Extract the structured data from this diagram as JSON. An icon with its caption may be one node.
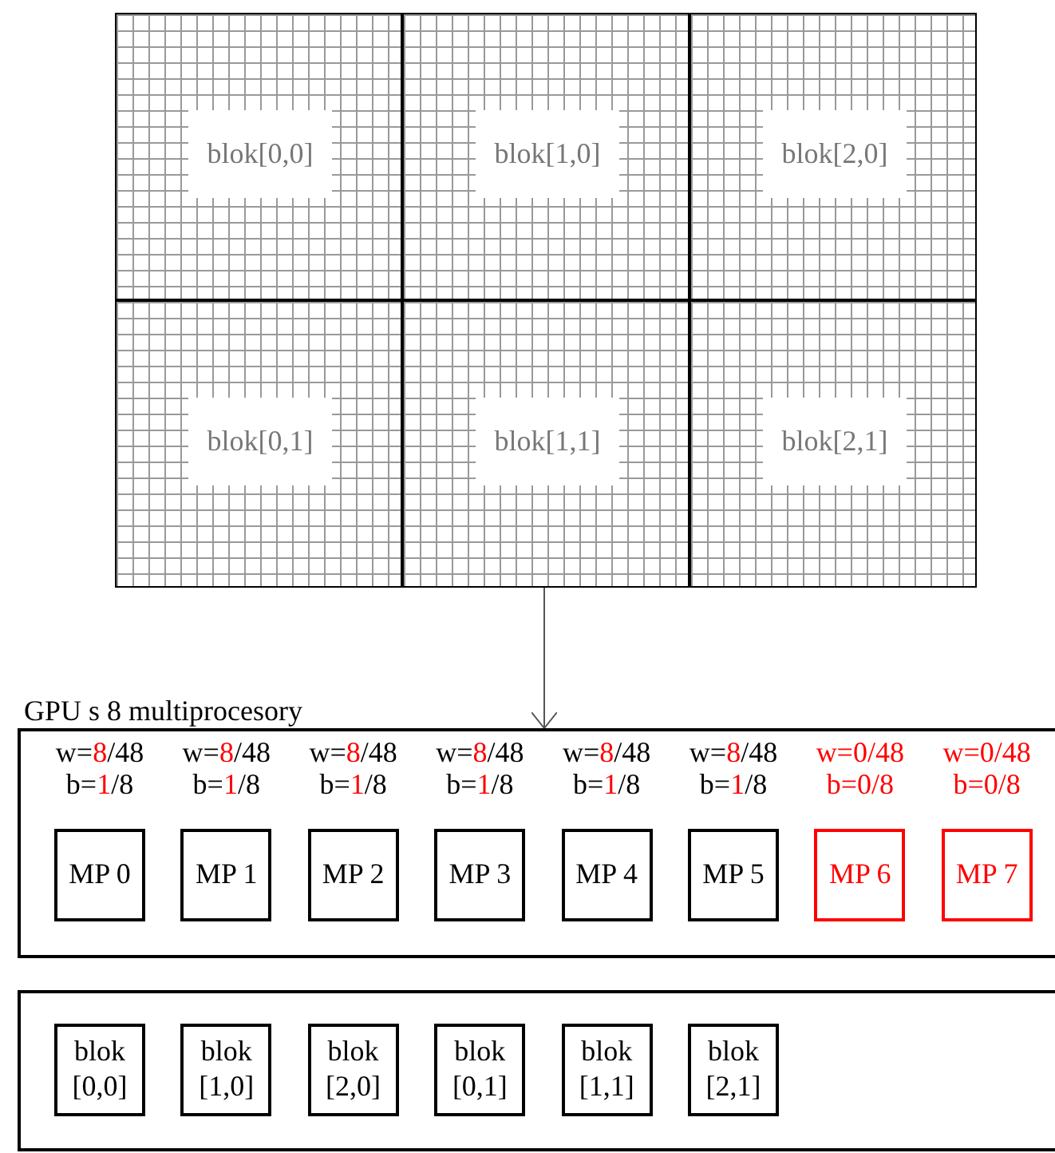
{
  "diagram": {
    "nodes": [
      {
        "text": [],
        "shape": "box"
      },
      {
        "text": [
          "blok[0,0]"
        ],
        "in": 0
      },
      {
        "text": [
          "blok[1,0]"
        ],
        "in": 0
      },
      {
        "text": [
          "blok[2,0]"
        ],
        "in": 0
      },
      {
        "text": [
          "blok[0,1]"
        ],
        "in": 0
      },
      {
        "text": [
          "blok[1,1]"
        ],
        "in": 0
      },
      {
        "text": [
          "blok[2,1]"
        ],
        "in": 0
      },
      {
        "text": [
          "GPU s 8 multiprocesory"
        ]
      },
      {
        "text": [
          "MP 0"
        ],
        "in": 7,
        "beside": [
          "w=8/48",
          "b=1/8"
        ]
      },
      {
        "text": [
          "MP 1"
        ],
        "in": 7,
        "beside": [
          "w=8/48",
          "b=1/8"
        ]
      },
      {
        "text": [
          "MP 2"
        ],
        "in": 7,
        "beside": [
          "w=8/48",
          "b=1/8"
        ]
      },
      {
        "text": [
          "MP 3"
        ],
        "in": 7,
        "beside": [
          "w=8/48",
          "b=1/8"
        ]
      },
      {
        "text": [
          "MP 4"
        ],
        "in": 7,
        "beside": [
          "w=8/48",
          "b=1/8"
        ]
      },
      {
        "text": [
          "MP 5"
        ],
        "in": 7,
        "beside": [
          "w=8/48",
          "b=1/8"
        ]
      },
      {
        "text": [
          "MP 6"
        ],
        "in": 7,
        "beside": [
          "w=0/48",
          "b=0/8"
        ]
      },
      {
        "text": [
          "MP 7"
        ],
        "in": 7,
        "beside": [
          "w=0/48",
          "b=0/8"
        ]
      },
      {
        "text": [],
        "shape": "box"
      },
      {
        "text": [
          "blok [0,0]"
        ],
        "in": 16
      },
      {
        "text": [
          "blok [1,0]"
        ],
        "in": 16
      },
      {
        "text": [
          "blok [2,0]"
        ],
        "in": 16
      },
      {
        "text": [
          "blok [0,1]"
        ],
        "in": 16
      },
      {
        "text": [
          "blok [1,1]"
        ],
        "in": 16
      },
      {
        "text": [
          "blok [2,1]"
        ],
        "in": 16
      }
    ],
    "edges": [
      {
        "from": 0,
        "to": 7,
        "arrow": "to"
      }
    ]
  }
}
